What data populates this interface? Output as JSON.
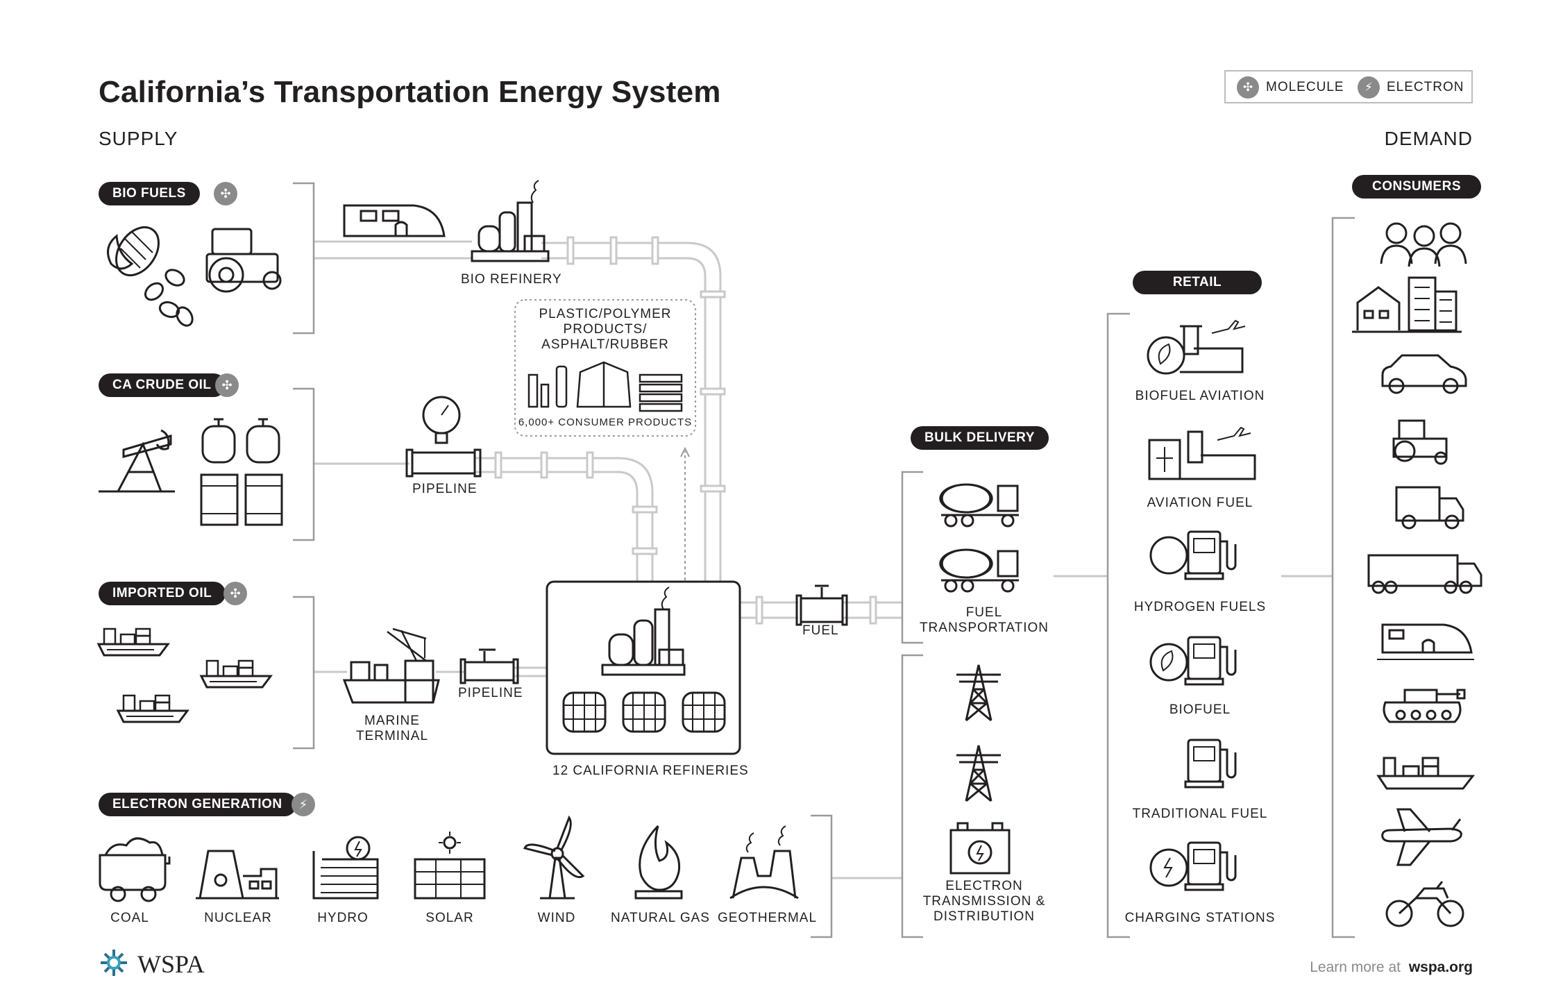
{
  "title": "California’s Transportation Energy System",
  "supply_label": "SUPPLY",
  "demand_label": "DEMAND",
  "legend": {
    "molecule": "MOLECULE",
    "electron": "ELECTRON"
  },
  "categories": {
    "bio_fuels": "BIO FUELS",
    "ca_crude_oil": "CA CRUDE OIL",
    "imported_oil": "IMPORTED OIL",
    "electron_generation": "ELECTRON GENERATION",
    "bulk_delivery": "BULK DELIVERY",
    "retail": "RETAIL",
    "consumers": "CONSUMERS"
  },
  "nodes": {
    "bio_refinery": "BIO REFINERY",
    "pipeline_1": "PIPELINE",
    "pipeline_2": "PIPELINE",
    "marine_terminal_1": "MARINE",
    "marine_terminal_2": "TERMINAL",
    "refineries": "12 CALIFORNIA REFINERIES",
    "fuel": "FUEL",
    "plastic_1": "PLASTIC/POLYMER",
    "plastic_2": "PRODUCTS/",
    "plastic_3": "ASPHALT/RUBBER",
    "consumer_products": "6,000+ CONSUMER PRODUCTS",
    "fuel_transport_1": "FUEL",
    "fuel_transport_2": "TRANSPORTATION",
    "etd_1": "ELECTRON",
    "etd_2": "TRANSMISSION &",
    "etd_3": "DISTRIBUTION"
  },
  "generation": [
    "COAL",
    "NUCLEAR",
    "HYDRO",
    "SOLAR",
    "WIND",
    "NATURAL GAS",
    "GEOTHERMAL"
  ],
  "retail_items": [
    "BIOFUEL AVIATION",
    "AVIATION FUEL",
    "HYDROGEN FUELS",
    "BIOFUEL",
    "TRADITIONAL FUEL",
    "CHARGING STATIONS"
  ],
  "consumer_icons": [
    "people-icon",
    "buildings-icon",
    "car-icon",
    "tractor-icon",
    "delivery-truck-icon",
    "semi-truck-icon",
    "train-icon",
    "tank-icon",
    "ship-icon",
    "airplane-icon",
    "motorcycle-icon"
  ],
  "footer": {
    "brand": "WSPA",
    "learn_more": "Learn more at",
    "url": "wspa.org"
  },
  "colors": {
    "ink": "#231f20",
    "pipe": "#c9c9c9",
    "badge": "#8a8a8a",
    "bracket": "#9a9a9a"
  }
}
